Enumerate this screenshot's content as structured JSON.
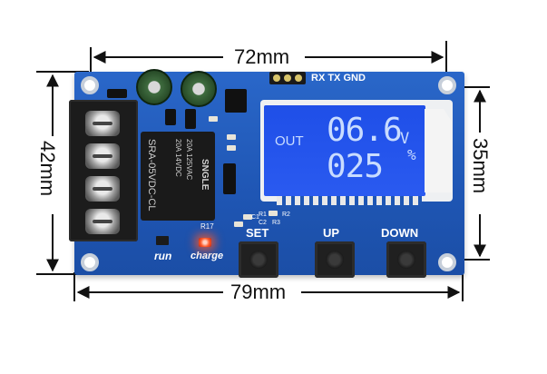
{
  "dimensions": {
    "top_width": "72mm",
    "bottom_width": "79mm",
    "left_height": "42mm",
    "right_height": "35mm"
  },
  "board": {
    "header_label": "RX TX GND",
    "relay_text": {
      "model": "SRA-05VDC-CL",
      "rating_1": "20A 14VDC",
      "rating_2": "20A 125VAC",
      "brand": "SNGLE"
    },
    "silkscreen": {
      "run": "run",
      "charge": "charge",
      "r17": "R17",
      "c1": "C1",
      "r1": "R1",
      "r2": "R2",
      "c2": "C2",
      "r3": "R3"
    },
    "buttons": {
      "set": "SET",
      "up": "UP",
      "down": "DOWN"
    }
  },
  "lcd": {
    "out_label": "OUT",
    "voltage_value": "06.6",
    "voltage_unit": "V",
    "percent_value": "025",
    "percent_unit": "%"
  },
  "colors": {
    "pcb": "#1f56b4",
    "lcd_background": "#2a5af0",
    "lcd_segments": "#c9dcff",
    "led": "#ff5a2a"
  }
}
